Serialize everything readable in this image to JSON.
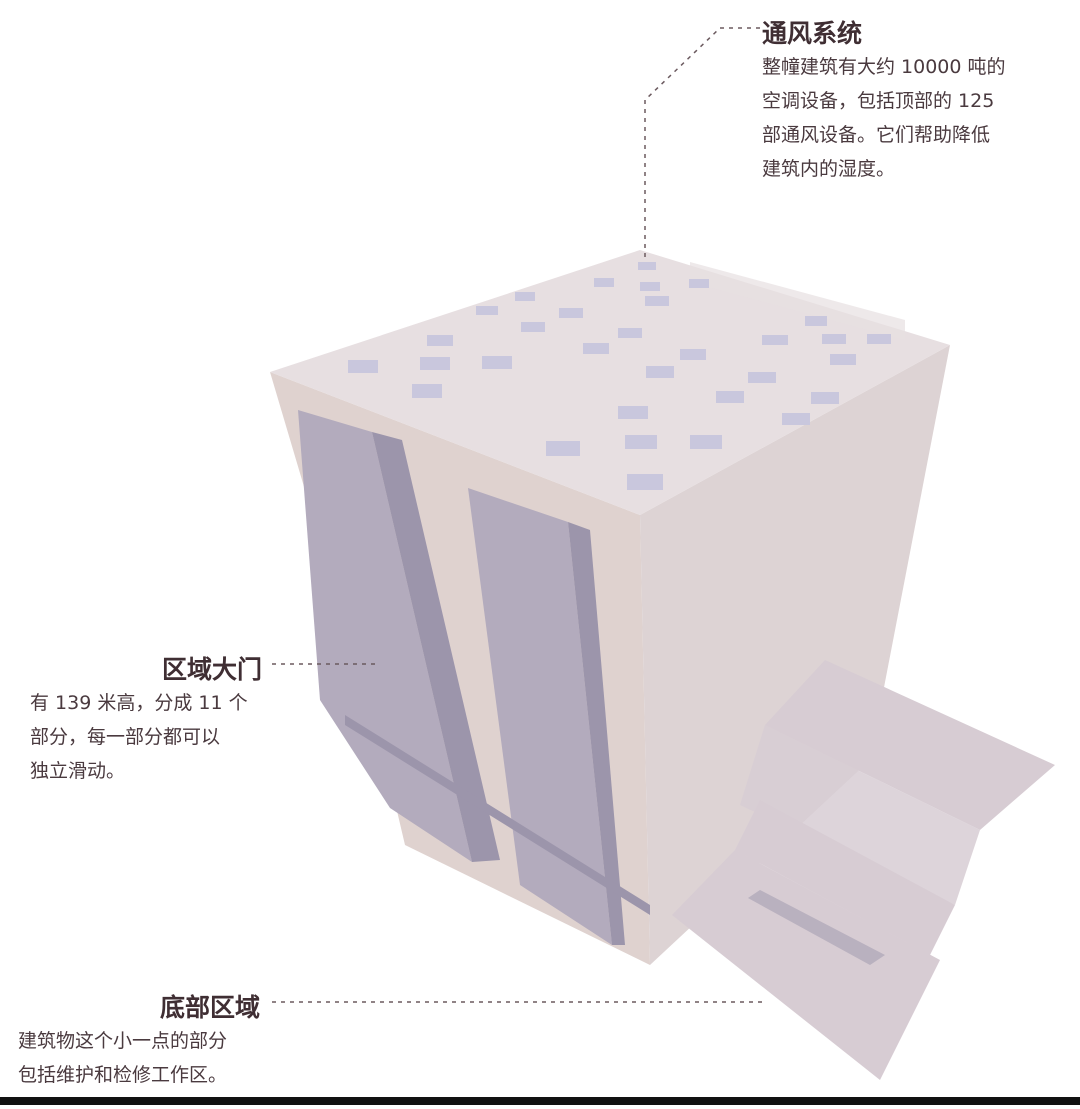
{
  "colors": {
    "top": "#e7dfe1",
    "right_face": "#ddd3d4",
    "left_face": "#dfd2cf",
    "gate": "#b3abbd",
    "gate_dark": "#9c95ab",
    "vent": "#c9c7dd",
    "annex": "#d7ccd3",
    "leader": "#6b5a5f"
  },
  "icons": {
    "leader_line": "dashed-leader-line"
  },
  "callouts": {
    "ventilation": {
      "title": "通风系统",
      "body": "整幢建筑有大约 10000 吨的\n空调设备，包括顶部的 125\n部通风设备。它们帮助降低\n建筑内的湿度。"
    },
    "gate": {
      "title": "区域大门",
      "body": "有 139 米高，分成 11 个\n部分，每一部分都可以\n独立滑动。"
    },
    "base": {
      "title": "底部区域",
      "body": "建筑物这个小一点的部分\n包括维护和检修工作区。"
    }
  }
}
